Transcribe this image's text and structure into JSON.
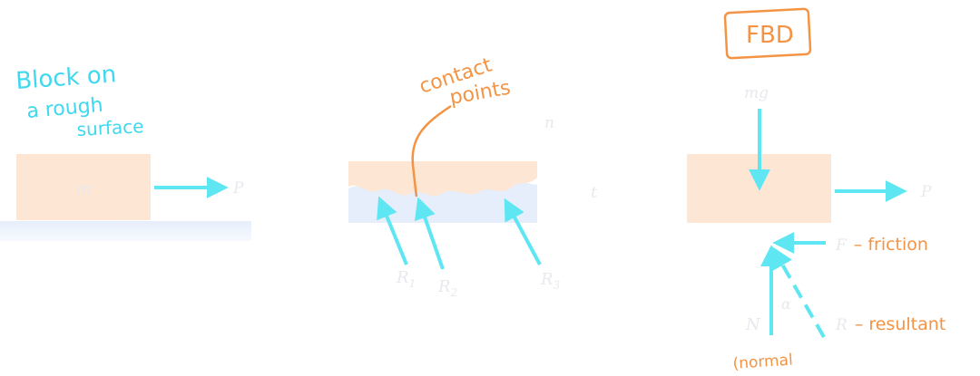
{
  "colors": {
    "block": "#fde6d4",
    "ground": "#e6eefb",
    "arrow_cyan": "#5ee6f2",
    "ink_cyan": "#3fd8ee",
    "ink_orange": "#f39445",
    "math_text": "#e8e8ee"
  },
  "panel1": {
    "note": [
      "Block on",
      "a rough",
      "surface"
    ],
    "mass_label": "m",
    "force_label": "P"
  },
  "panel2": {
    "note": [
      "contact",
      "points"
    ],
    "n_label": "n",
    "t_label": "t",
    "reactions": [
      "R",
      "R",
      "R"
    ],
    "reaction_subscripts": [
      "1",
      "2",
      "3"
    ]
  },
  "panel3": {
    "title": "FBD",
    "weight_label": "mg",
    "force_label": "P",
    "friction_symbol": "F",
    "friction_note": "– friction",
    "resultant_symbol": "R",
    "resultant_note": "– resultant",
    "normal_symbol": "N",
    "normal_note": "(normal",
    "angle_symbol": "α"
  },
  "icons": [
    "arrow-right-icon",
    "arrow-up-icon",
    "arrow-down-icon",
    "arrow-left-icon"
  ]
}
